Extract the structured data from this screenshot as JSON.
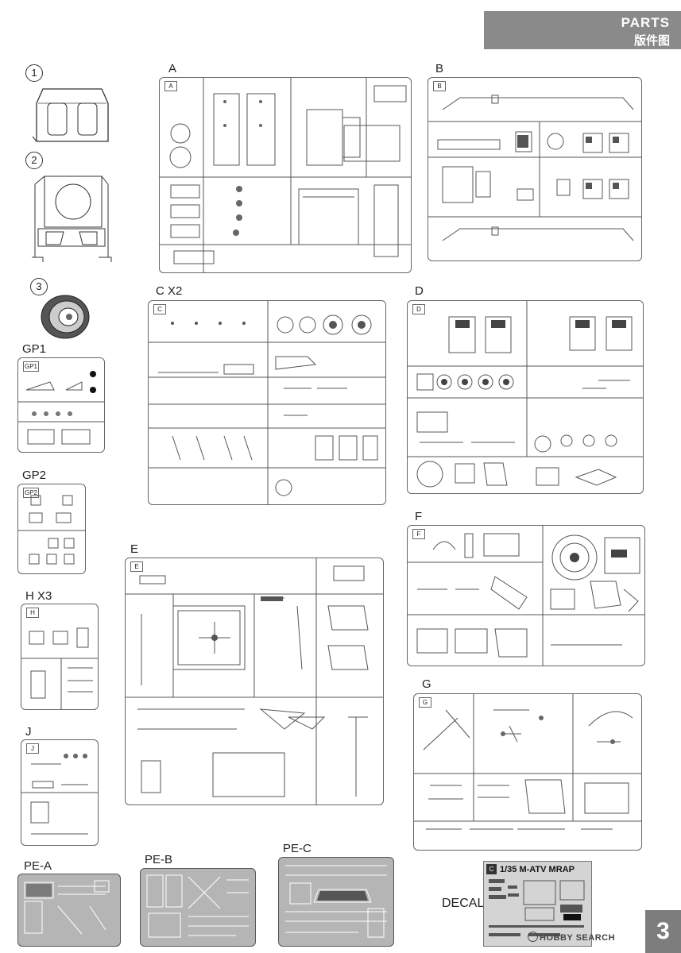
{
  "header": {
    "title_en": "PARTS",
    "title_cn": "版件图"
  },
  "parts": {
    "p1": "1",
    "p2": "2",
    "p3": "3"
  },
  "sprues": {
    "A": {
      "label": "A",
      "tag": "A"
    },
    "B": {
      "label": "B",
      "tag": "B"
    },
    "C": {
      "label": "C X2",
      "tag": "C"
    },
    "D": {
      "label": "D",
      "tag": "D"
    },
    "E": {
      "label": "E",
      "tag": "E"
    },
    "F": {
      "label": "F",
      "tag": "F"
    },
    "G": {
      "label": "G",
      "tag": "G"
    },
    "GP1": {
      "label": "GP1",
      "tag": "GP1"
    },
    "GP2": {
      "label": "GP2",
      "tag": "GP2"
    },
    "H": {
      "label": "H X3",
      "tag": "H"
    },
    "J": {
      "label": "J",
      "tag": "J"
    }
  },
  "photo_etch": {
    "a": "PE-A",
    "b": "PE-B",
    "c": "PE-C"
  },
  "decal": {
    "label": "DECAL",
    "title": "1/35 M-ATV MRAP",
    "logo": "C"
  },
  "page_number": "3",
  "watermark": "HOBBY SEARCH"
}
